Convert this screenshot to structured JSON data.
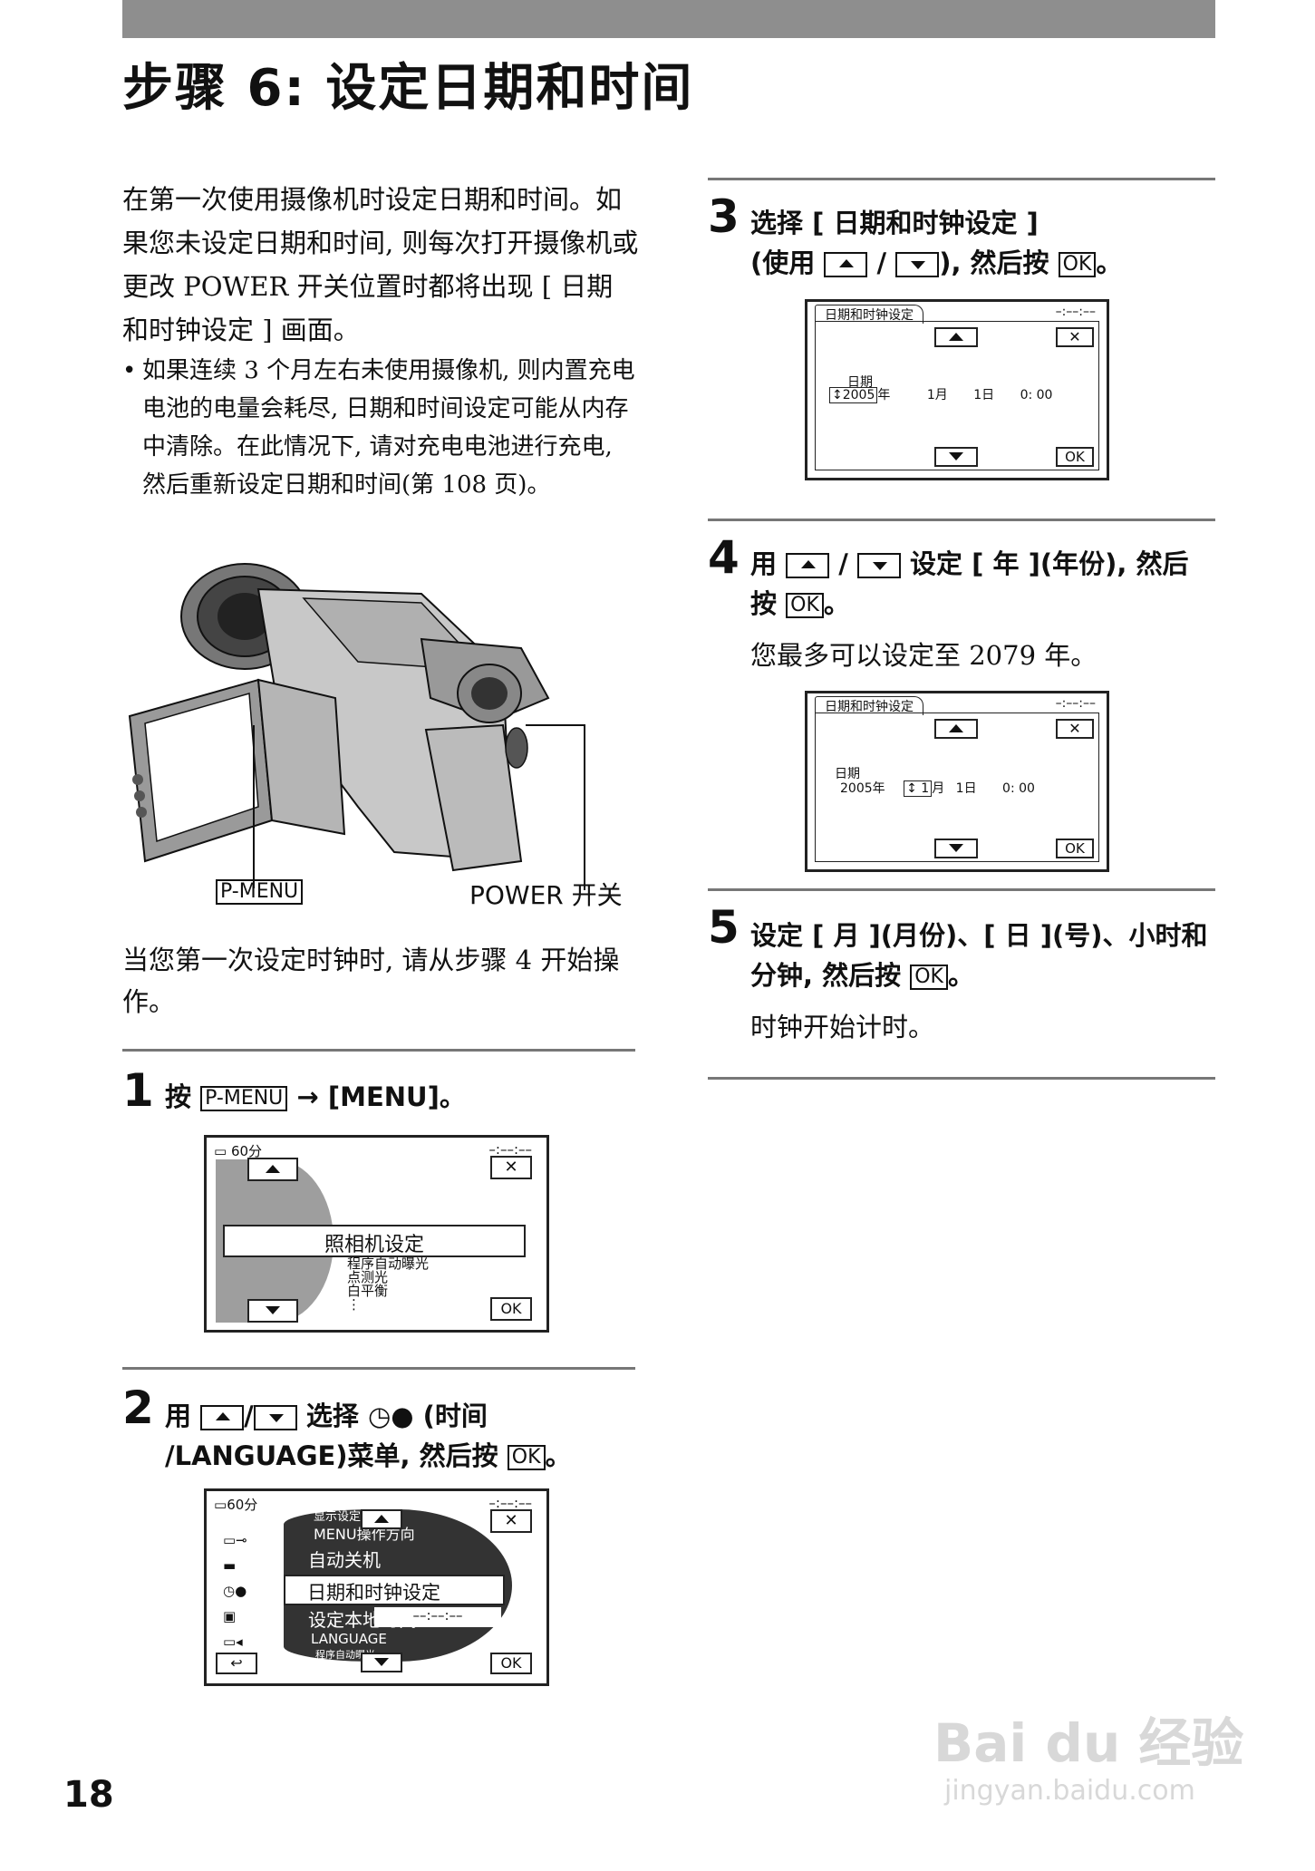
{
  "title": "步骤 6: 设定日期和时间",
  "intro": "在第一次使用摄像机时设定日期和时间。如果您未设定日期和时间, 则每次打开摄像机或更改 POWER 开关位置时都将出现 [ 日期和时钟设定 ] 画面。",
  "bullet_mark": "•",
  "bullet": "如果连续 3 个月左右未使用摄像机, 则内置充电电池的电量会耗尽, 日期和时间设定可能从内存中清除。在此情况下, 请对充电电池进行充电, 然后重新设定日期和时间(第 108 页)。",
  "figure_labels": {
    "pmenu": "P-MENU",
    "power": "POWER 开关"
  },
  "note": "当您第一次设定时钟时, 请从步骤 4 开始操作。",
  "keys": {
    "pmenu": "P-MENU",
    "ok": "OK",
    "menu": "[MENU]",
    "arrow": "→",
    "slash": "/"
  },
  "step1": {
    "num": "1",
    "pre": "按",
    "post": "。"
  },
  "step2": {
    "num": "2",
    "pre": "用",
    "mid": "选择",
    "post1": "(时间",
    "post2": "/LANGUAGE)菜单, 然后按",
    "end": "。"
  },
  "step3": {
    "num": "3",
    "line1": "选择 [ 日期和时钟设定 ]",
    "pre2": "(使用",
    "post2": "), 然后按",
    "end": "。"
  },
  "step4": {
    "num": "4",
    "pre": "用",
    "mid": "设定 [ 年 ](年份), 然后",
    "pre2": "按",
    "end": "。",
    "sub": "您最多可以设定至 2079 年。"
  },
  "step5": {
    "num": "5",
    "line1": "设定 [ 月 ](月份)、[ 日 ](号)、小时和",
    "line2": "分钟, 然后按",
    "end": "。",
    "sub": "时钟开始计时。"
  },
  "screen1": {
    "battery": "60分",
    "clock": "–:––:––",
    "selected": "照相机设定",
    "items": [
      "程序自动曝光",
      "点测光",
      "白平衡",
      "⋮"
    ],
    "ok": "OK",
    "close": "✕"
  },
  "screen2": {
    "battery": "60分",
    "clock": "–:––:––",
    "items": [
      "显示设定",
      "MENU操作方向",
      "自动关机",
      "日期和时钟设定",
      "设定本地时间",
      "LANGUAGE",
      "程序自动曝光"
    ],
    "selected_index": 3,
    "time": "––:––:––",
    "ok": "OK",
    "close": "✕",
    "back": "↩"
  },
  "screen3": {
    "tab": "日期和时钟设定",
    "clock": "–:––:––",
    "label": "日期",
    "year": "2005",
    "year_suffix": "年",
    "month": "1月",
    "day": "1日",
    "time": "0: 00",
    "ok": "OK",
    "close": "✕"
  },
  "screen4": {
    "tab": "日期和时钟设定",
    "clock": "–:––:––",
    "label": "日期",
    "year": "2005年",
    "month": "1",
    "month_suffix": "月",
    "day": "1日",
    "time": "0: 00",
    "ok": "OK",
    "close": "✕"
  },
  "page_number": "18",
  "watermark": {
    "brand": "Bai du 经验",
    "url": "jingyan.baidu.com"
  }
}
